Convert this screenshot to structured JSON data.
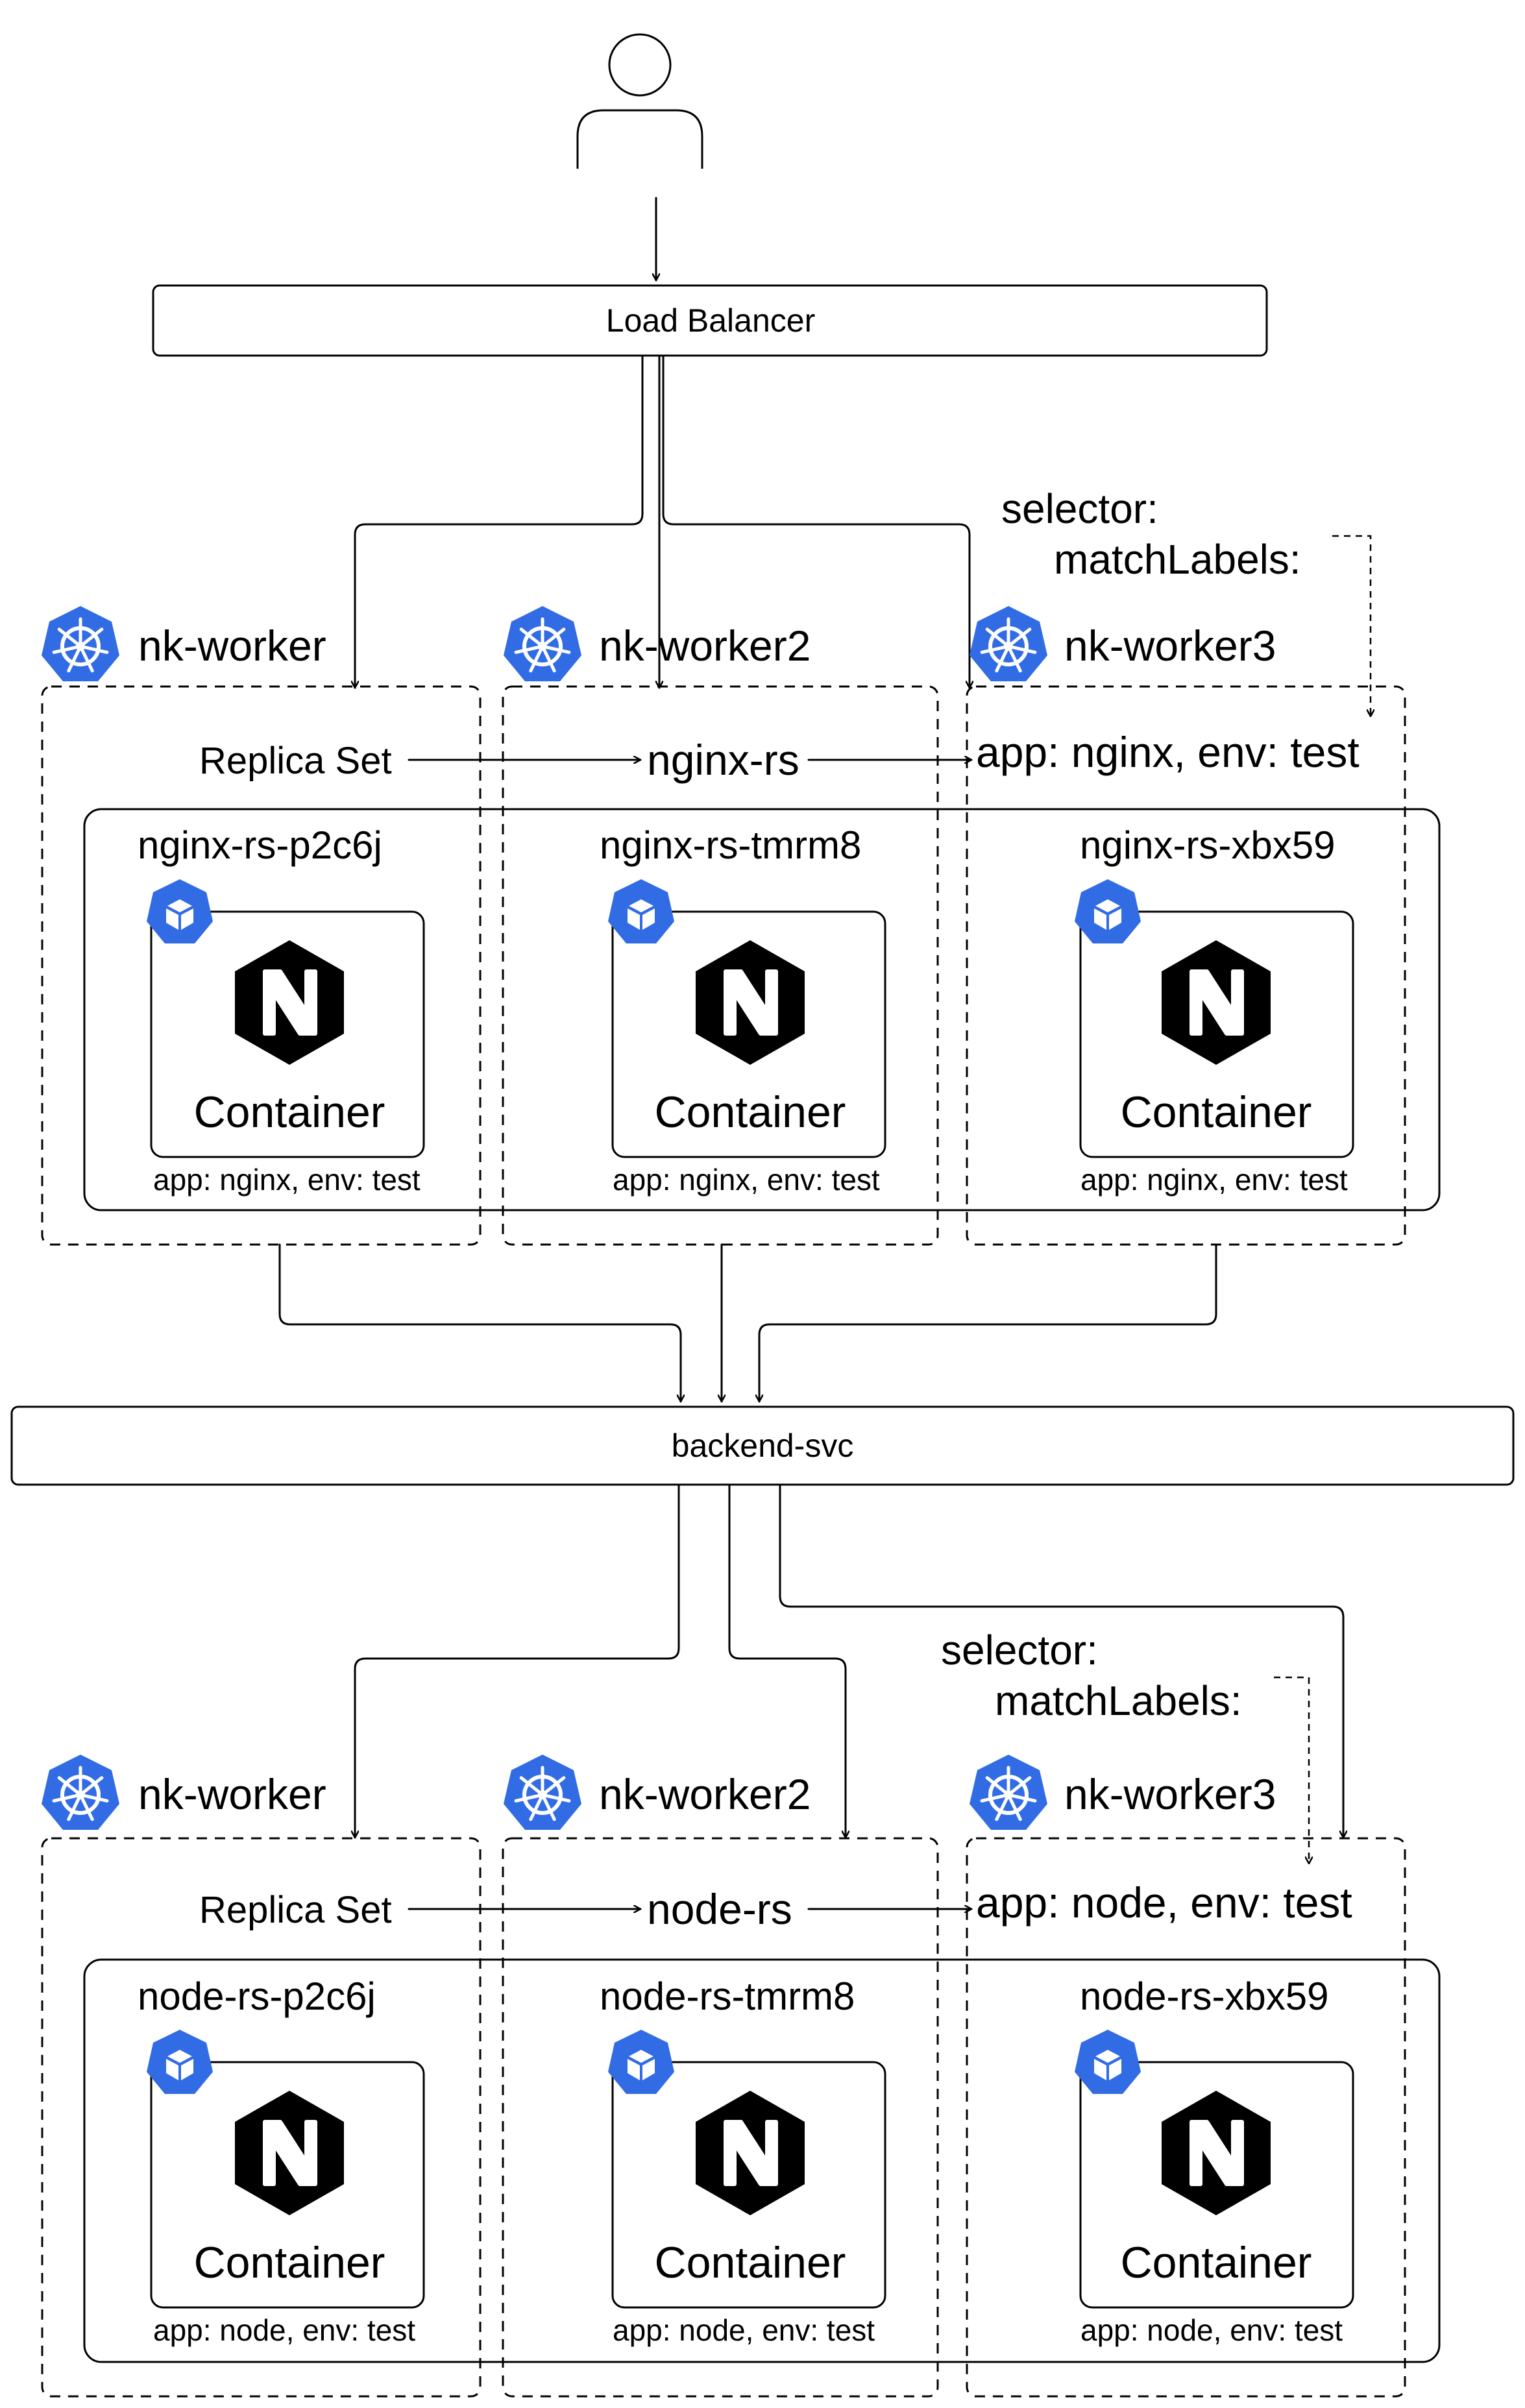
{
  "load_balancer": {
    "label": "Load Balancer"
  },
  "backend_svc": {
    "label": "backend-svc"
  },
  "sections": [
    {
      "id": "nginx",
      "workers": [
        "nk-worker",
        "nk-worker2",
        "nk-worker3"
      ],
      "replica_set_label": "Replica Set",
      "rs_name": "nginx-rs",
      "selector_label": "selector:",
      "match_labels_label": "matchLabels:",
      "selector_value": "app: nginx, env: test",
      "pods": [
        {
          "name": "nginx-rs-p2c6j",
          "container": "Container",
          "labels": "app: nginx, env: test"
        },
        {
          "name": "nginx-rs-tmrm8",
          "container": "Container",
          "labels": "app: nginx, env: test"
        },
        {
          "name": "nginx-rs-xbx59",
          "container": "Container",
          "labels": "app: nginx, env: test"
        }
      ]
    },
    {
      "id": "node",
      "workers": [
        "nk-worker",
        "nk-worker2",
        "nk-worker3"
      ],
      "replica_set_label": "Replica Set",
      "rs_name": "node-rs",
      "selector_label": "selector:",
      "match_labels_label": "matchLabels:",
      "selector_value": "app: node, env: test",
      "pods": [
        {
          "name": "node-rs-p2c6j",
          "container": "Container",
          "labels": "app: node, env: test"
        },
        {
          "name": "node-rs-tmrm8",
          "container": "Container",
          "labels": "app: node, env: test"
        },
        {
          "name": "node-rs-xbx59",
          "container": "Container",
          "labels": "app: node, env: test"
        }
      ]
    }
  ],
  "icons": {
    "user": "user-icon",
    "worker": "kubernetes-helm-icon",
    "pod": "kubernetes-pod-icon",
    "container": "nginx-logo"
  },
  "colors": {
    "kubernetes_blue": "#326ce5",
    "nginx_black": "#000000"
  }
}
